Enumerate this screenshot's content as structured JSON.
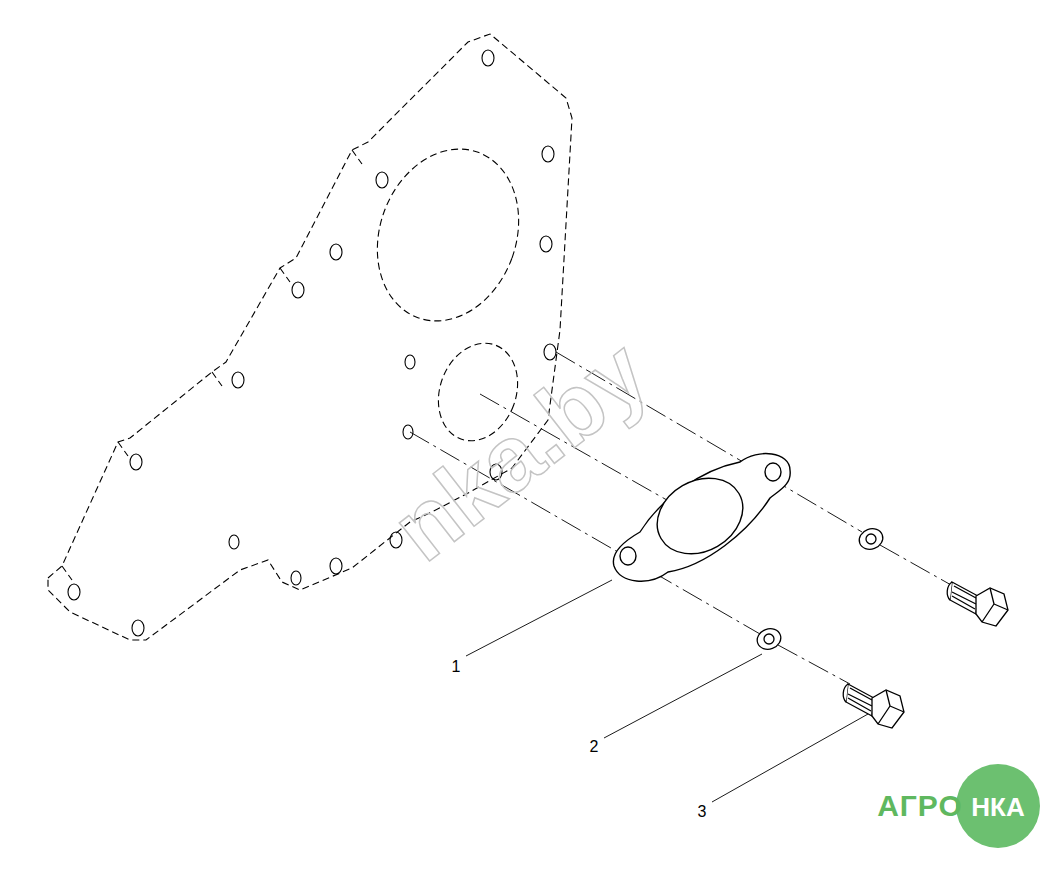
{
  "diagram": {
    "labels": [
      "1",
      "2",
      "3",
      "nka.by",
      "АГРО",
      "НКА"
    ]
  }
}
